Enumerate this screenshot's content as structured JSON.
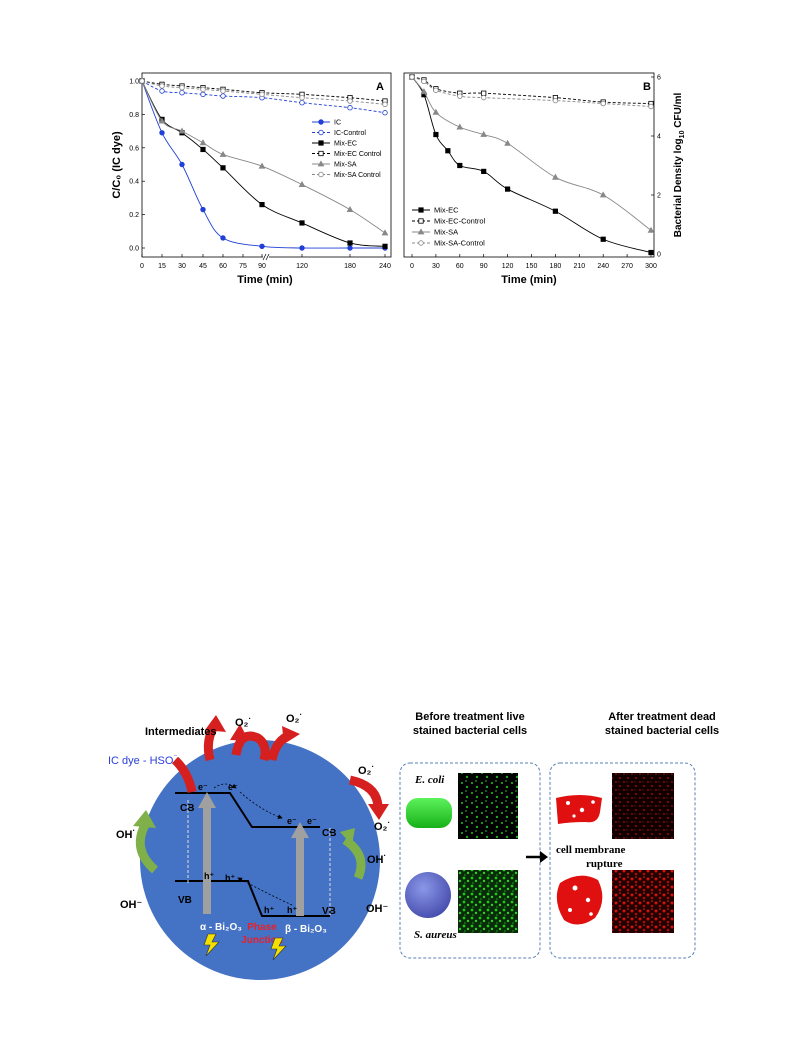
{
  "chart_data": [
    {
      "type": "line",
      "panel_label": "A",
      "xlabel": "Time (min)",
      "ylabel": "C/C₀ (IC dye)",
      "x_tick_labels": [
        "0",
        "15",
        "30",
        "45",
        "60",
        "75",
        "90",
        "120",
        "180",
        "240"
      ],
      "x_ticks": [
        0,
        15,
        30,
        45,
        60,
        75,
        90,
        120,
        180,
        240
      ],
      "x_break_after": 90,
      "ylim": [
        0,
        1.0
      ],
      "y_ticks": [
        "0.0",
        "0.2",
        "0.4",
        "0.6",
        "0.8",
        "1.0"
      ],
      "legend_position": "right",
      "series": [
        {
          "name": "IC",
          "color": "#1f3fd6",
          "dash": false,
          "marker": "circle-filled",
          "x": [
            0,
            15,
            30,
            45,
            60,
            90,
            120,
            180,
            240
          ],
          "y": [
            1.0,
            0.69,
            0.5,
            0.23,
            0.06,
            0.01,
            0.0,
            0.0,
            0.0
          ]
        },
        {
          "name": "IC-Control",
          "color": "#1f3fd6",
          "dash": true,
          "marker": "circle-open",
          "x": [
            0,
            15,
            30,
            45,
            60,
            90,
            120,
            180,
            240
          ],
          "y": [
            1.0,
            0.94,
            0.93,
            0.92,
            0.91,
            0.9,
            0.87,
            0.84,
            0.81
          ]
        },
        {
          "name": "Mix-EC",
          "color": "#000000",
          "dash": false,
          "marker": "square-filled",
          "x": [
            0,
            15,
            30,
            45,
            60,
            90,
            120,
            180,
            240
          ],
          "y": [
            1.0,
            0.77,
            0.69,
            0.59,
            0.48,
            0.26,
            0.15,
            0.03,
            0.01
          ]
        },
        {
          "name": "Mix-EC Control",
          "color": "#000000",
          "dash": true,
          "marker": "square-open",
          "x": [
            0,
            15,
            30,
            45,
            60,
            90,
            120,
            180,
            240
          ],
          "y": [
            1.0,
            0.98,
            0.97,
            0.96,
            0.95,
            0.93,
            0.92,
            0.9,
            0.88
          ]
        },
        {
          "name": "Mix-SA",
          "color": "#888888",
          "dash": false,
          "marker": "triangle-filled",
          "x": [
            0,
            15,
            30,
            45,
            60,
            90,
            120,
            180,
            240
          ],
          "y": [
            1.0,
            0.76,
            0.7,
            0.63,
            0.56,
            0.49,
            0.38,
            0.23,
            0.09
          ]
        },
        {
          "name": "Mix-SA Control",
          "color": "#888888",
          "dash": true,
          "marker": "circle-open",
          "x": [
            0,
            15,
            30,
            45,
            60,
            90,
            120,
            180,
            240
          ],
          "y": [
            1.0,
            0.97,
            0.96,
            0.95,
            0.94,
            0.92,
            0.9,
            0.88,
            0.86
          ]
        }
      ]
    },
    {
      "type": "line",
      "panel_label": "B",
      "xlabel": "Time (min)",
      "ylabel": "Bacterial Density  log",
      "ylabel_sub": "10",
      "ylabel_tail": " CFU/ml",
      "xlim": [
        0,
        300
      ],
      "x_ticks": [
        0,
        30,
        60,
        90,
        120,
        150,
        180,
        210,
        240,
        270,
        300
      ],
      "ylim": [
        0,
        6
      ],
      "y_ticks": [
        0,
        2,
        4,
        6
      ],
      "legend_position": "bottom-left",
      "series": [
        {
          "name": "Mix-EC",
          "color": "#000000",
          "dash": false,
          "marker": "square-filled",
          "x": [
            0,
            15,
            30,
            45,
            60,
            90,
            120,
            180,
            240,
            300
          ],
          "y": [
            6.0,
            5.4,
            4.05,
            3.5,
            3.0,
            2.8,
            2.2,
            1.45,
            0.5,
            0.05
          ]
        },
        {
          "name": "Mix-EC-Control",
          "color": "#000000",
          "dash": true,
          "marker": "square-open",
          "x": [
            0,
            15,
            30,
            60,
            90,
            180,
            240,
            300
          ],
          "y": [
            6.0,
            5.9,
            5.6,
            5.45,
            5.45,
            5.3,
            5.15,
            5.1
          ]
        },
        {
          "name": "Mix-SA",
          "color": "#888888",
          "dash": false,
          "marker": "triangle-filled",
          "x": [
            0,
            15,
            30,
            60,
            90,
            120,
            180,
            240,
            300
          ],
          "y": [
            6.0,
            5.5,
            4.8,
            4.3,
            4.05,
            3.75,
            2.6,
            2.0,
            0.8
          ]
        },
        {
          "name": "Mix-SA-Control",
          "color": "#888888",
          "dash": true,
          "marker": "circle-open",
          "x": [
            0,
            15,
            30,
            60,
            90,
            180,
            240,
            300
          ],
          "y": [
            6.0,
            5.85,
            5.55,
            5.35,
            5.3,
            5.2,
            5.1,
            5.0
          ]
        }
      ]
    }
  ],
  "schematic": {
    "intermediates": "Intermediates",
    "dye": "IC dye - HSO",
    "dye_sup": "⁻",
    "o2_label": "O₂",
    "o2_sup": "·",
    "oh_label": "OH",
    "oh_sup": "·",
    "oh_minus": "OH⁻",
    "cb": "CB",
    "vb": "VB",
    "electron": "e⁻",
    "hole": "h⁺",
    "alpha": "α - Bi₂O₃",
    "beta": "β - Bi₂O₃",
    "phase": "Phase",
    "junction": "Junction"
  },
  "bacteria": {
    "before_line1": "Before treatment live",
    "before_line2": "stained bacterial cells",
    "after_line1": "After treatment dead",
    "after_line2": "stained bacterial cells",
    "ecoli": "E. coli",
    "saureus": "S. aureus",
    "rupture1": "cell membrane",
    "rupture2": "rupture"
  },
  "colors": {
    "ic_blue": "#1f3fd6",
    "sphere": "#4472c4",
    "arrow_red": "#d62020",
    "arrow_green": "#7fb04a",
    "live_green": "#22c422",
    "dead_red": "#e01010"
  }
}
